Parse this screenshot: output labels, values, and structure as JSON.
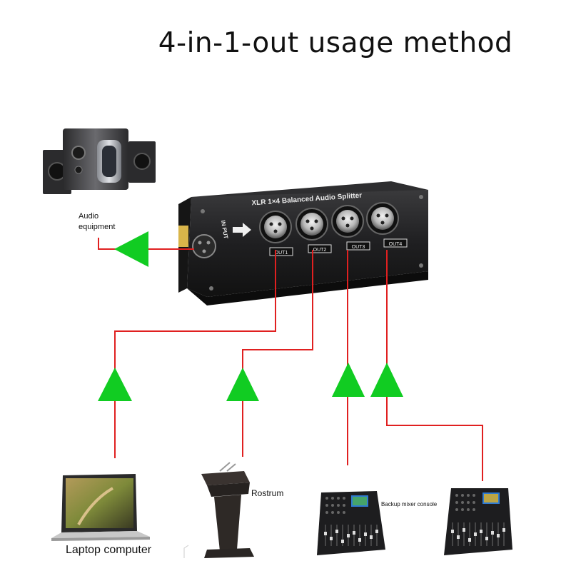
{
  "title": "4-in-1-out usage method",
  "device": {
    "title": "XLR 1×4 Balanced Audio Splitter",
    "input_label": "IN PUT",
    "outputs": [
      "OUT1",
      "OUT2",
      "OUT3",
      "OUT4"
    ]
  },
  "labels": {
    "audio_equipment": "Audio\nequipment",
    "laptop": "Laptop computer",
    "rostrum": "Rostrum",
    "backup_mixer": "Backup mixer console"
  },
  "colors": {
    "wire": "#e02020",
    "arrow": "#11cc22",
    "device_body": "#1c1c1e"
  },
  "icons": [
    "speaker-system-icon",
    "laptop-icon",
    "rostrum-icon",
    "mixer-console-icon",
    "mixer-console-icon"
  ]
}
